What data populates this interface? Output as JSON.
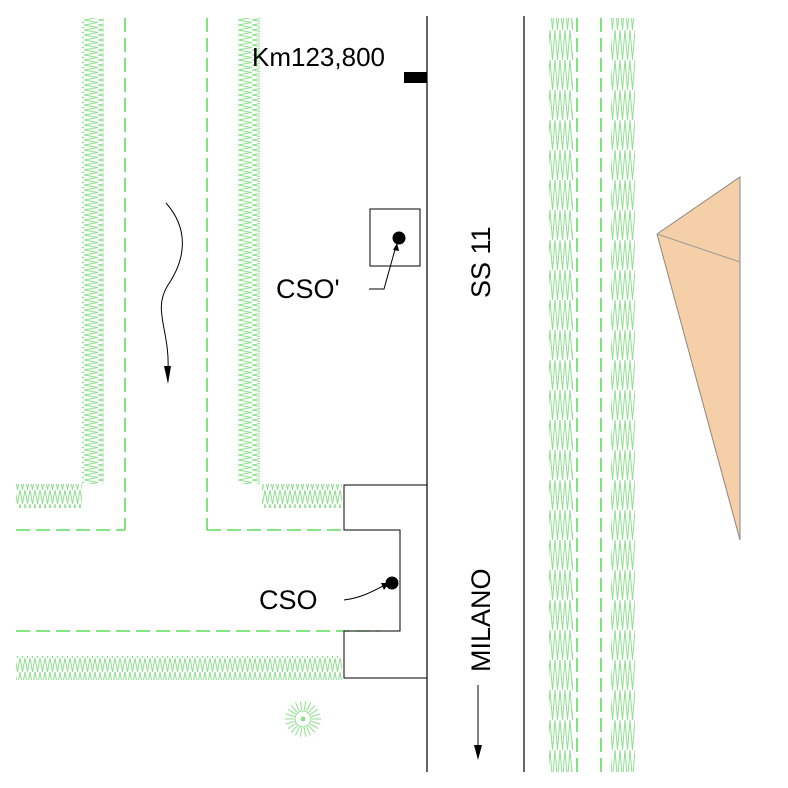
{
  "labels": {
    "km_marker": "Km123,800",
    "cso_prime": "CSO'",
    "cso": "CSO",
    "road_name": "SS 11",
    "direction": "MILANO"
  },
  "colors": {
    "line": "#000000",
    "vegetation": "#8fe08f",
    "dashed_boundary": "#39d639",
    "building_fill": "#f5cfa8",
    "building_stroke": "#888888",
    "background": "#ffffff"
  },
  "icons": {
    "water_flow": "wavy-arrow-down-icon",
    "direction": "arrow-down-icon",
    "tree": "tree-symbol-icon",
    "sampling_point": "filled-dot-icon"
  }
}
